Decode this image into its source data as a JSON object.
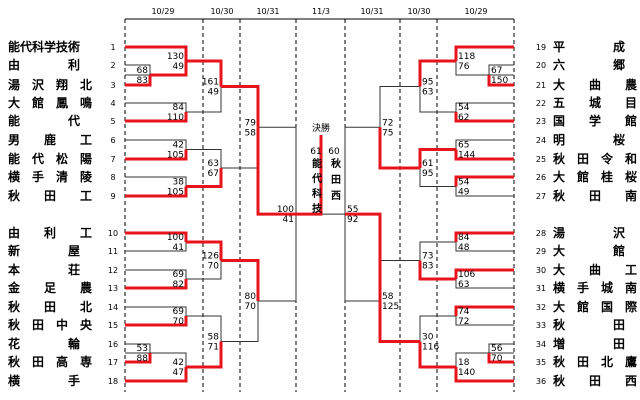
{
  "dates": [
    "10/29",
    "10/30",
    "10/31",
    "11/3",
    "10/31",
    "10/30",
    "10/29"
  ],
  "final": {
    "label": "決勝",
    "left_score": "61",
    "right_score": "60",
    "left_team": [
      "能",
      "代",
      "科",
      "技"
    ],
    "right_team": [
      "秋",
      "田",
      "西"
    ]
  },
  "left_teams": [
    {
      "name": "能代科学技術",
      "seed": "1"
    },
    {
      "name": "由　　　　利",
      "seed": "2"
    },
    {
      "name": "湯　沢　翔　北",
      "seed": "3"
    },
    {
      "name": "大　館　鳳　鳴",
      "seed": "4"
    },
    {
      "name": "能　　　　代",
      "seed": "5"
    },
    {
      "name": "男　　鹿　　工",
      "seed": "6"
    },
    {
      "name": "能　代　松　陽",
      "seed": "7"
    },
    {
      "name": "横　手　清　陵",
      "seed": "8"
    },
    {
      "name": "秋　　田　　工",
      "seed": "9"
    },
    {
      "name": "由　　利　　工",
      "seed": "10"
    },
    {
      "name": "新　　　　屋",
      "seed": "11"
    },
    {
      "name": "本　　　　荘",
      "seed": "12"
    },
    {
      "name": "金　　足　　農",
      "seed": "13"
    },
    {
      "name": "秋　　田　　北",
      "seed": "14"
    },
    {
      "name": "秋　田　中　央",
      "seed": "15"
    },
    {
      "name": "花　　　　輪",
      "seed": "16"
    },
    {
      "name": "秋　田　高　専",
      "seed": "17"
    },
    {
      "name": "横　　　　手",
      "seed": "18"
    }
  ],
  "right_teams": [
    {
      "name": "平　　　　成",
      "seed": "19"
    },
    {
      "name": "六　　　　郷",
      "seed": "20"
    },
    {
      "name": "大　　曲　　農",
      "seed": "21"
    },
    {
      "name": "五　　城　　目",
      "seed": "22"
    },
    {
      "name": "国　　学　　館",
      "seed": "23"
    },
    {
      "name": "明　　　　桜",
      "seed": "24"
    },
    {
      "name": "秋　田　令　和",
      "seed": "25"
    },
    {
      "name": "大　館　桂　桜",
      "seed": "26"
    },
    {
      "name": "秋　　田　　南",
      "seed": "27"
    },
    {
      "name": "湯　　　　沢",
      "seed": "28"
    },
    {
      "name": "大　　　　館",
      "seed": "29"
    },
    {
      "name": "大　　曲　　工",
      "seed": "30"
    },
    {
      "name": "横　手　城　南",
      "seed": "31"
    },
    {
      "name": "大　館　国　際",
      "seed": "32"
    },
    {
      "name": "秋　　　　田",
      "seed": "33"
    },
    {
      "name": "増　　　　田",
      "seed": "34"
    },
    {
      "name": "秋　田　北　鷹",
      "seed": "35"
    },
    {
      "name": "秋　　田　　西",
      "seed": "36"
    }
  ],
  "scores": {
    "L_r1_2_3": [
      "68",
      "83"
    ],
    "L_r1_16_17": [
      "53",
      "88"
    ],
    "L_r2_1": [
      "130",
      "49"
    ],
    "L_r2_4_5": [
      "84",
      "110"
    ],
    "L_r2_6_7": [
      "42",
      "105"
    ],
    "L_r2_8_9": [
      "38",
      "105"
    ],
    "L_r2_10_11": [
      "100",
      "41"
    ],
    "L_r2_12_13": [
      "69",
      "82"
    ],
    "L_r2_14_15": [
      "69",
      "70"
    ],
    "L_r2_18": [
      "42",
      "47"
    ],
    "L_r3_a": [
      "161",
      "49"
    ],
    "L_r3_b": [
      "63",
      "67"
    ],
    "L_r3_c": [
      "126",
      "70"
    ],
    "L_r3_d": [
      "58",
      "71"
    ],
    "L_r4_top": [
      "79",
      "58"
    ],
    "L_r4_bot": [
      "80",
      "70"
    ],
    "L_semi": [
      "100",
      "41"
    ],
    "R_r1_20_21": [
      "67",
      "150"
    ],
    "R_r1_34_35": [
      "56",
      "70"
    ],
    "R_r2_19": [
      "118",
      "76"
    ],
    "R_r2_22_23": [
      "54",
      "62"
    ],
    "R_r2_24_25": [
      "65",
      "144"
    ],
    "R_r2_26_27": [
      "54",
      "49"
    ],
    "R_r2_28_29": [
      "84",
      "48"
    ],
    "R_r2_30_31": [
      "106",
      "63"
    ],
    "R_r2_32_33": [
      "74",
      "72"
    ],
    "R_r2_36": [
      "18",
      "140"
    ],
    "R_r3_a": [
      "95",
      "63"
    ],
    "R_r3_b": [
      "61",
      "95"
    ],
    "R_r3_c": [
      "73",
      "83"
    ],
    "R_r3_d": [
      "30",
      "116"
    ],
    "R_r4_top": [
      "72",
      "75"
    ],
    "R_r4_bot": [
      "58",
      "125"
    ],
    "R_semi": [
      "55",
      "92"
    ]
  }
}
